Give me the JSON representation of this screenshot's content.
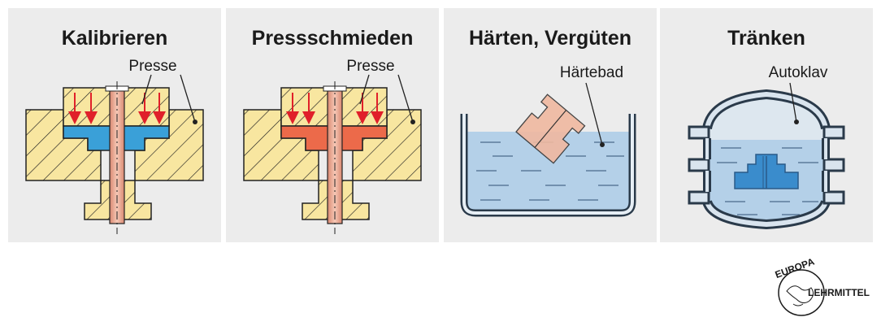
{
  "panels": [
    {
      "title": "Kalibrieren",
      "label": "Presse"
    },
    {
      "title": "Pressschmieden",
      "label": "Presse"
    },
    {
      "title": "Härten, Vergüten",
      "label": "Härtebad"
    },
    {
      "title": "Tränken",
      "label": "Autoklav"
    }
  ],
  "logo": {
    "top": "EUROPA",
    "side": "LEHRMITTEL"
  },
  "colors": {
    "panel_bg": "#ececec",
    "die_yellow": "#f8e6a0",
    "part_blue": "#3aa0d8",
    "part_red": "#ec6a4a",
    "pin_copper": "#e8a890",
    "arrow_red": "#e0202a",
    "liquid_blue": "#b4d0e8"
  }
}
